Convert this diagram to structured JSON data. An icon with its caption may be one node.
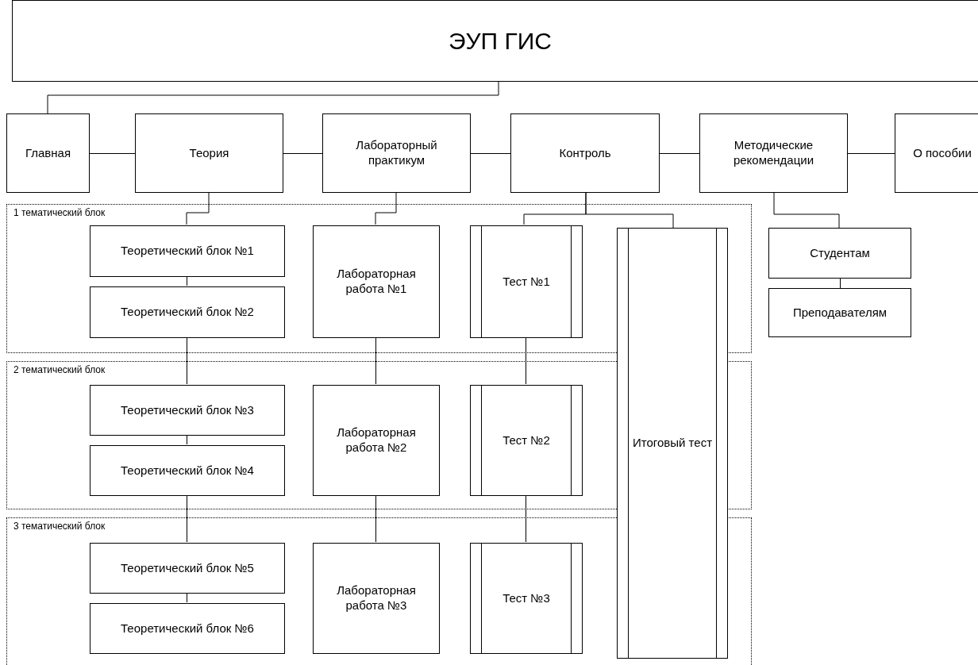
{
  "diagram": {
    "nodes": [
      {
        "text": [
          "ЭУП ГИС"
        ]
      },
      {
        "text": [
          "Главная"
        ]
      },
      {
        "text": [
          "Теория"
        ]
      },
      {
        "text": [
          "Лабораторный практикум"
        ]
      },
      {
        "text": [
          "Контроль"
        ]
      },
      {
        "text": [
          "Методические рекомендации"
        ]
      },
      {
        "text": [
          "О пособии"
        ]
      },
      {
        "text": [
          "1 тематический блок"
        ]
      },
      {
        "text": [
          "Теоретический блок №1"
        ],
        "in": 7
      },
      {
        "text": [
          "Теоретический блок №2"
        ],
        "in": 7
      },
      {
        "text": [
          "Лабораторная работа №1"
        ],
        "in": 7
      },
      {
        "text": [
          "Тест №1"
        ],
        "in": 7
      },
      {
        "text": [
          "Итоговый тест"
        ]
      },
      {
        "text": [
          "Студентам"
        ]
      },
      {
        "text": [
          "Преподавателям"
        ]
      },
      {
        "text": [
          "2 тематический блок"
        ]
      },
      {
        "text": [
          "Теоретический блок №3"
        ],
        "in": 15
      },
      {
        "text": [
          "Теоретический блок №4"
        ],
        "in": 15
      },
      {
        "text": [
          "Лабораторная работа №2"
        ],
        "in": 15
      },
      {
        "text": [
          "Тест №2"
        ],
        "in": 15
      },
      {
        "text": [
          "3 тематический блок"
        ]
      },
      {
        "text": [
          "Теоретический блок №5"
        ],
        "in": 20
      },
      {
        "text": [
          "Теоретический блок №6"
        ],
        "in": 20
      },
      {
        "text": [
          "Лабораторная работа №3"
        ],
        "in": 20
      },
      {
        "text": [
          "Тест №3"
        ],
        "in": 20
      }
    ],
    "edges": [
      {
        "from": 0,
        "to": 1,
        "arrow": "none"
      },
      {
        "from": 1,
        "to": 2,
        "arrow": "none"
      },
      {
        "from": 2,
        "to": 3,
        "arrow": "none"
      },
      {
        "from": 3,
        "to": 4,
        "arrow": "none"
      },
      {
        "from": 4,
        "to": 5,
        "arrow": "none"
      },
      {
        "from": 5,
        "to": 6,
        "arrow": "none"
      },
      {
        "from": 2,
        "to": 8,
        "arrow": "none"
      },
      {
        "from": 3,
        "to": 10,
        "arrow": "none"
      },
      {
        "from": 4,
        "to": 11,
        "arrow": "none"
      },
      {
        "from": 4,
        "to": 12,
        "arrow": "none"
      },
      {
        "from": 5,
        "to": 13,
        "arrow": "none"
      },
      {
        "from": 13,
        "to": 14,
        "arrow": "none"
      },
      {
        "from": 8,
        "to": 9,
        "arrow": "none"
      },
      {
        "from": 9,
        "to": 16,
        "arrow": "none"
      },
      {
        "from": 16,
        "to": 17,
        "arrow": "none"
      },
      {
        "from": 17,
        "to": 21,
        "arrow": "none"
      },
      {
        "from": 21,
        "to": 22,
        "arrow": "none"
      },
      {
        "from": 10,
        "to": 18,
        "arrow": "none"
      },
      {
        "from": 18,
        "to": 23,
        "arrow": "none"
      },
      {
        "from": 11,
        "to": 19,
        "arrow": "none"
      },
      {
        "from": 19,
        "to": 24,
        "arrow": "none"
      }
    ]
  }
}
